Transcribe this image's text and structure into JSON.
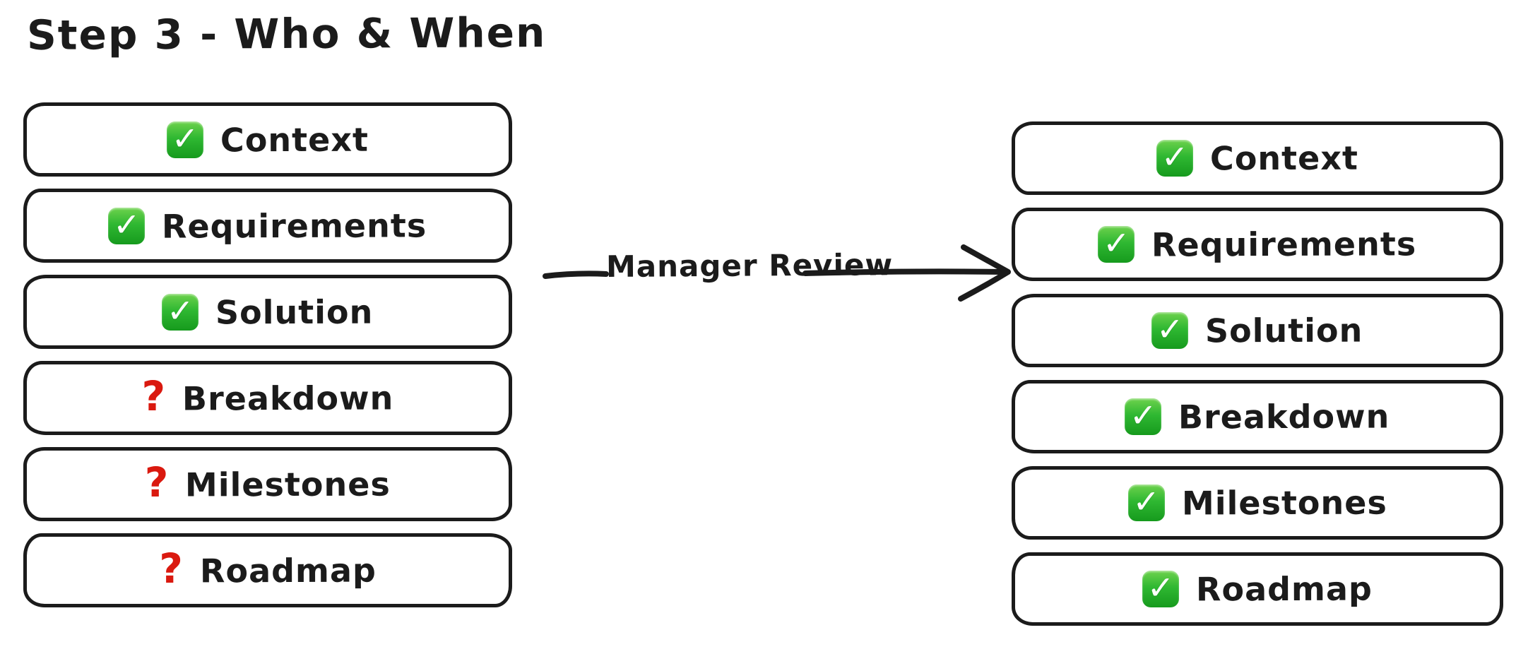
{
  "title": "Step 3 - Who & When",
  "arrow": {
    "label": "Manager Review"
  },
  "left_column": {
    "name": "before-review",
    "items": [
      {
        "label": "Context",
        "status": "done"
      },
      {
        "label": "Requirements",
        "status": "done"
      },
      {
        "label": "Solution",
        "status": "done"
      },
      {
        "label": "Breakdown",
        "status": "pending"
      },
      {
        "label": "Milestones",
        "status": "pending"
      },
      {
        "label": "Roadmap",
        "status": "pending"
      }
    ]
  },
  "right_column": {
    "name": "after-review",
    "items": [
      {
        "label": "Context",
        "status": "done"
      },
      {
        "label": "Requirements",
        "status": "done"
      },
      {
        "label": "Solution",
        "status": "done"
      },
      {
        "label": "Breakdown",
        "status": "done"
      },
      {
        "label": "Milestones",
        "status": "done"
      },
      {
        "label": "Roadmap",
        "status": "done"
      }
    ]
  },
  "icons": {
    "done": "check-icon",
    "pending": "question-icon",
    "check_glyph": "✓",
    "question_glyph": "?"
  },
  "colors": {
    "stroke": "#1b1b1b",
    "background": "#ffffff",
    "check_green_top": "#6ed24d",
    "check_green_bottom": "#169a1d",
    "question_red": "#da190f"
  }
}
